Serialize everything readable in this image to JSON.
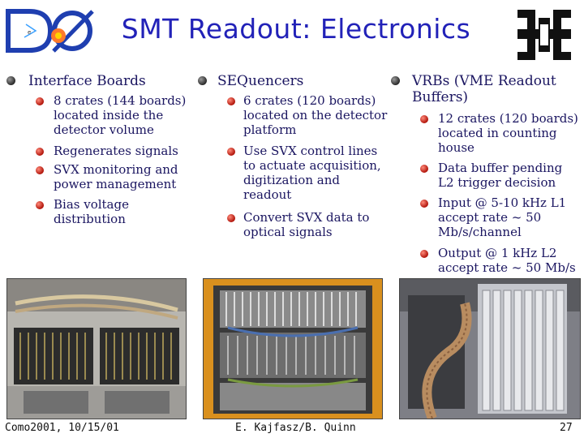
{
  "title": "SMT Readout: Electronics",
  "logos": {
    "left": "D0 experiment logo",
    "right": "Fermilab logo"
  },
  "columns": [
    {
      "heading": "Interface Boards",
      "items": [
        "8 crates (144 boards) located inside the detector volume",
        "Regenerates signals",
        "SVX monitoring and power management",
        "Bias voltage distribution"
      ]
    },
    {
      "heading": "SEQuencers",
      "items": [
        "6 crates (120 boards) located on the detector platform",
        "Use SVX control lines to actuate acquisition, digitization and readout",
        "Convert SVX data to optical signals"
      ]
    },
    {
      "heading": "VRBs (VME Readout Buffers)",
      "items": [
        "12 crates (120 boards) located in counting house",
        "Data buffer pending L2 trigger decision",
        "Input @ 5-10 kHz L1 accept rate ~ 50 Mb/s/channel",
        "Output @ 1 kHz L2 accept rate ~ 50 Mb/s"
      ]
    }
  ],
  "footer": {
    "left": "Como2001, 10/15/01",
    "center": "E. Kajfasz/B. Quinn",
    "page": "27"
  },
  "colors": {
    "title": "#2222b8",
    "text": "#1a1560",
    "bullet_small": "#c0140a",
    "bullet_big": "#555555"
  }
}
